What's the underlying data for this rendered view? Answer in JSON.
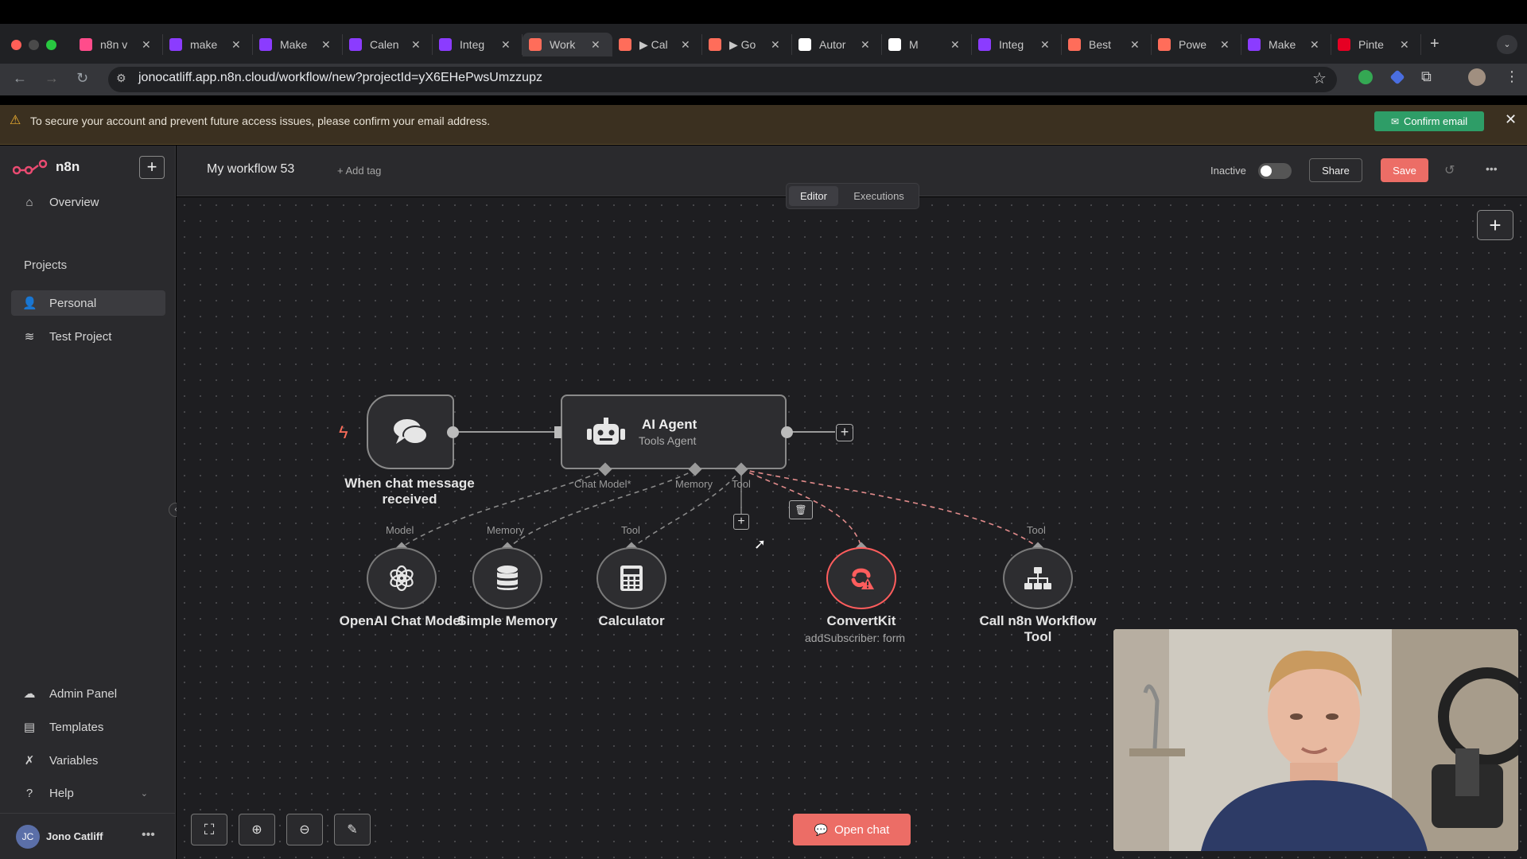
{
  "browser": {
    "tabs": [
      {
        "label": "n8n v",
        "color": "#ff4c8b"
      },
      {
        "label": "make",
        "color": "#8b3cff"
      },
      {
        "label": "Make",
        "color": "#8b3cff"
      },
      {
        "label": "Calen",
        "color": "#8b3cff"
      },
      {
        "label": "Integ",
        "color": "#8b3cff"
      },
      {
        "label": "Work",
        "color": "#ff6d5a"
      },
      {
        "label": "▶ Cal",
        "color": "#ff6d5a"
      },
      {
        "label": "▶ Go",
        "color": "#ff6d5a"
      },
      {
        "label": "Autor",
        "color": "#ffffff"
      },
      {
        "label": "M",
        "color": "#ffffff"
      },
      {
        "label": "Integ",
        "color": "#8b3cff"
      },
      {
        "label": "Best",
        "color": "#ff6d5a"
      },
      {
        "label": "Powe",
        "color": "#ff6d5a"
      },
      {
        "label": "Make",
        "color": "#8b3cff"
      },
      {
        "label": "Pinte",
        "color": "#e60023"
      }
    ],
    "url": "jonocatliff.app.n8n.cloud/workflow/new?projectId=yX6EHePwsUmzzupz"
  },
  "banner": {
    "text": "To secure your account and prevent future access issues, please confirm your email address.",
    "button": "Confirm email"
  },
  "sidebar": {
    "brand": "n8n",
    "overview": "Overview",
    "projects_heading": "Projects",
    "projects": [
      "Personal",
      "Test Project"
    ],
    "bottom": [
      "Admin Panel",
      "Templates",
      "Variables",
      "Help"
    ],
    "user_initials": "JC",
    "user_name": "Jono Catliff"
  },
  "header": {
    "workflow_title": "My workflow 53",
    "add_tag": "+ Add tag",
    "status": "Inactive",
    "share": "Share",
    "save": "Save",
    "tabs": [
      "Editor",
      "Executions"
    ]
  },
  "workflow": {
    "trigger": {
      "label_line1": "When chat message",
      "label_line2": "received"
    },
    "agent": {
      "title": "AI Agent",
      "subtitle": "Tools Agent",
      "ports": [
        "Chat Model*",
        "Memory",
        "Tool"
      ]
    },
    "subnodes": [
      {
        "label": "OpenAI Chat Model",
        "port": "Model"
      },
      {
        "label": "Simple Memory",
        "port": "Memory"
      },
      {
        "label": "Calculator",
        "port": "Tool"
      },
      {
        "label": "ConvertKit",
        "sub": "addSubscriber: form"
      },
      {
        "label_line1": "Call n8n Workflow",
        "label_line2": "Tool",
        "port": "Tool"
      }
    ]
  },
  "footer": {
    "open_chat": "Open chat"
  },
  "colors": {
    "accent": "#ec6d66",
    "confirm": "#2e9d67",
    "error": "#ff5d5d"
  }
}
